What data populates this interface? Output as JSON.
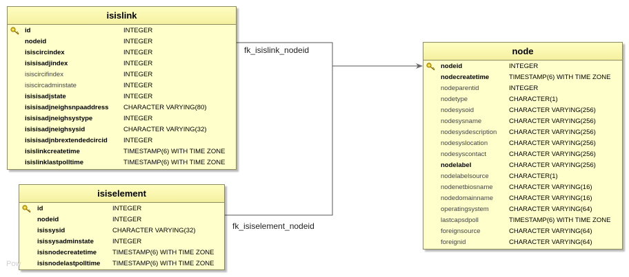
{
  "tables": {
    "isislink": {
      "name": "isislink",
      "columns": [
        {
          "name": "id",
          "type": "INTEGER",
          "pk": true,
          "style": "b"
        },
        {
          "name": "nodeid",
          "type": "INTEGER",
          "pk": false,
          "style": "b"
        },
        {
          "name": "isiscircindex",
          "type": "INTEGER",
          "pk": false,
          "style": "b"
        },
        {
          "name": "isisisadjindex",
          "type": "INTEGER",
          "pk": false,
          "style": "b"
        },
        {
          "name": "isiscircifindex",
          "type": "INTEGER",
          "pk": false,
          "style": "n"
        },
        {
          "name": "isiscircadminstate",
          "type": "INTEGER",
          "pk": false,
          "style": "n"
        },
        {
          "name": "isisisadjstate",
          "type": "INTEGER",
          "pk": false,
          "style": "b"
        },
        {
          "name": "isisisadjneighsnpaaddress",
          "type": "CHARACTER VARYING(80)",
          "pk": false,
          "style": "b"
        },
        {
          "name": "isisisadjneighsystype",
          "type": "INTEGER",
          "pk": false,
          "style": "b"
        },
        {
          "name": "isisisadjneighsysid",
          "type": "CHARACTER VARYING(32)",
          "pk": false,
          "style": "b"
        },
        {
          "name": "isisisadjnbrextendedcircid",
          "type": "INTEGER",
          "pk": false,
          "style": "b"
        },
        {
          "name": "isislinkcreatetime",
          "type": "TIMESTAMP(6) WITH TIME ZONE",
          "pk": false,
          "style": "b"
        },
        {
          "name": "isislinklastpolltime",
          "type": "TIMESTAMP(6) WITH TIME ZONE",
          "pk": false,
          "style": "b"
        }
      ]
    },
    "isiselement": {
      "name": "isiselement",
      "columns": [
        {
          "name": "id",
          "type": "INTEGER",
          "pk": true,
          "style": "b"
        },
        {
          "name": "nodeid",
          "type": "INTEGER",
          "pk": false,
          "style": "b"
        },
        {
          "name": "isissysid",
          "type": "CHARACTER VARYING(32)",
          "pk": false,
          "style": "b"
        },
        {
          "name": "isissysadminstate",
          "type": "INTEGER",
          "pk": false,
          "style": "b"
        },
        {
          "name": "isisnodecreatetime",
          "type": "TIMESTAMP(6) WITH TIME ZONE",
          "pk": false,
          "style": "b"
        },
        {
          "name": "isisnodelastpolltime",
          "type": "TIMESTAMP(6) WITH TIME ZONE",
          "pk": false,
          "style": "b"
        }
      ]
    },
    "node": {
      "name": "node",
      "columns": [
        {
          "name": "nodeid",
          "type": "INTEGER",
          "pk": true,
          "style": "b"
        },
        {
          "name": "nodecreatetime",
          "type": "TIMESTAMP(6) WITH TIME ZONE",
          "pk": false,
          "style": "b"
        },
        {
          "name": "nodeparentid",
          "type": "INTEGER",
          "pk": false,
          "style": "n"
        },
        {
          "name": "nodetype",
          "type": "CHARACTER(1)",
          "pk": false,
          "style": "n"
        },
        {
          "name": "nodesysoid",
          "type": "CHARACTER VARYING(256)",
          "pk": false,
          "style": "n"
        },
        {
          "name": "nodesysname",
          "type": "CHARACTER VARYING(256)",
          "pk": false,
          "style": "n"
        },
        {
          "name": "nodesysdescription",
          "type": "CHARACTER VARYING(256)",
          "pk": false,
          "style": "n"
        },
        {
          "name": "nodesyslocation",
          "type": "CHARACTER VARYING(256)",
          "pk": false,
          "style": "n"
        },
        {
          "name": "nodesyscontact",
          "type": "CHARACTER VARYING(256)",
          "pk": false,
          "style": "n"
        },
        {
          "name": "nodelabel",
          "type": "CHARACTER VARYING(256)",
          "pk": false,
          "style": "b"
        },
        {
          "name": "nodelabelsource",
          "type": "CHARACTER(1)",
          "pk": false,
          "style": "n"
        },
        {
          "name": "nodenetbiosname",
          "type": "CHARACTER VARYING(16)",
          "pk": false,
          "style": "n"
        },
        {
          "name": "nodedomainname",
          "type": "CHARACTER VARYING(16)",
          "pk": false,
          "style": "n"
        },
        {
          "name": "operatingsystem",
          "type": "CHARACTER VARYING(64)",
          "pk": false,
          "style": "n"
        },
        {
          "name": "lastcapsdpoll",
          "type": "TIMESTAMP(6) WITH TIME ZONE",
          "pk": false,
          "style": "n"
        },
        {
          "name": "foreignsource",
          "type": "CHARACTER VARYING(64)",
          "pk": false,
          "style": "n"
        },
        {
          "name": "foreignid",
          "type": "CHARACTER VARYING(64)",
          "pk": false,
          "style": "n"
        }
      ]
    }
  },
  "relationships": [
    {
      "label": "fk_isislink_nodeid",
      "from": "isislink",
      "to": "node"
    },
    {
      "label": "fk_isiselement_nodeid",
      "from": "isiselement",
      "to": "node"
    }
  ],
  "footer": "Pow",
  "colors": {
    "table_bg": "#ffffcc",
    "header_bg": "#f5f0a0",
    "border": "#8a8a5c",
    "line": "#555555",
    "key": "#d9b30f"
  },
  "icons": {
    "primary_key": "key-icon"
  }
}
